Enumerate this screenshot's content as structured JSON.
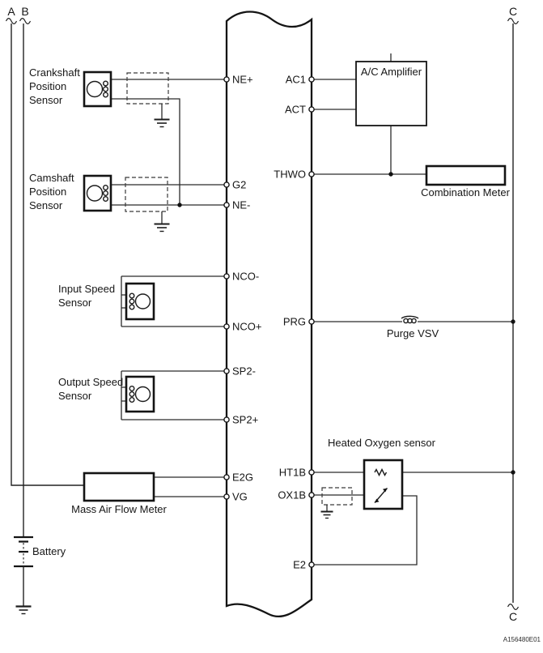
{
  "figure": {
    "code": "A156480E01"
  },
  "bus": {
    "a": "A",
    "b": "B",
    "c_top": "C",
    "c_bottom": "C"
  },
  "ecu": {
    "left_pins": [
      {
        "label": "NE+"
      },
      {
        "label": "G2"
      },
      {
        "label": "NE-"
      },
      {
        "label": "NCO-"
      },
      {
        "label": "NCO+"
      },
      {
        "label": "SP2-"
      },
      {
        "label": "SP2+"
      },
      {
        "label": "E2G"
      },
      {
        "label": "VG"
      }
    ],
    "right_pins": [
      {
        "label": "AC1"
      },
      {
        "label": "ACT"
      },
      {
        "label": "THWO"
      },
      {
        "label": "PRG"
      },
      {
        "label": "HT1B"
      },
      {
        "label": "OX1B"
      },
      {
        "label": "E2"
      }
    ]
  },
  "components": {
    "crankshaft_sensor": {
      "line1": "Crankshaft",
      "line2": "Position",
      "line3": "Sensor"
    },
    "camshaft_sensor": {
      "line1": "Camshaft",
      "line2": "Position",
      "line3": "Sensor"
    },
    "input_speed_sensor": {
      "line1": "Input Speed",
      "line2": "Sensor"
    },
    "output_speed_sensor": {
      "line1": "Output Speed",
      "line2": "Sensor"
    },
    "mass_air_flow_meter": {
      "label": "Mass Air Flow Meter"
    },
    "battery": {
      "label": "Battery"
    },
    "ac_amplifier": {
      "label": "A/C Amplifier"
    },
    "combination_meter": {
      "label": "Combination Meter"
    },
    "purge_vsv": {
      "label": "Purge VSV"
    },
    "heated_oxygen_sensor": {
      "label": "Heated Oxygen sensor"
    }
  },
  "colors": {
    "line": "#1c1c1c",
    "background": "#ffffff"
  }
}
